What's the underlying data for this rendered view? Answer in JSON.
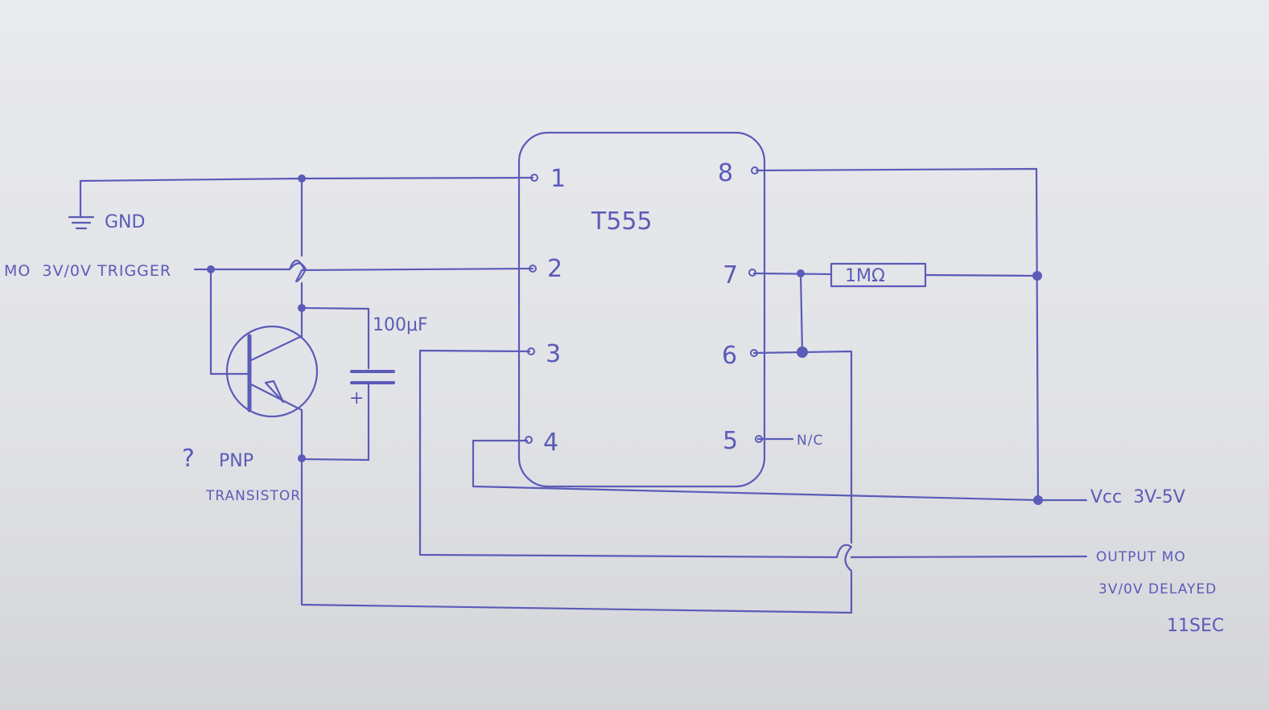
{
  "labels": {
    "chip": "T555",
    "gnd": "GND",
    "trigger": "MO  3V/0V TRIGGER",
    "capacitor": "100μF",
    "cap_polarity": "+",
    "question": "?",
    "transistor_type": "PNP",
    "transistor_word": "TRANSISTOR",
    "resistor": "1MΩ",
    "nc": "N/C",
    "vcc": "Vcc  3V-5V",
    "output_line1": "OUTPUT MO",
    "output_line2": "3V/0V DELAYED",
    "output_line3": "11SEC"
  },
  "pins": {
    "p1": "1",
    "p2": "2",
    "p3": "3",
    "p4": "4",
    "p5": "5",
    "p6": "6",
    "p7": "7",
    "p8": "8"
  },
  "colors": {
    "ink": "#5b5bb8",
    "paper": "#e6e7eb"
  }
}
